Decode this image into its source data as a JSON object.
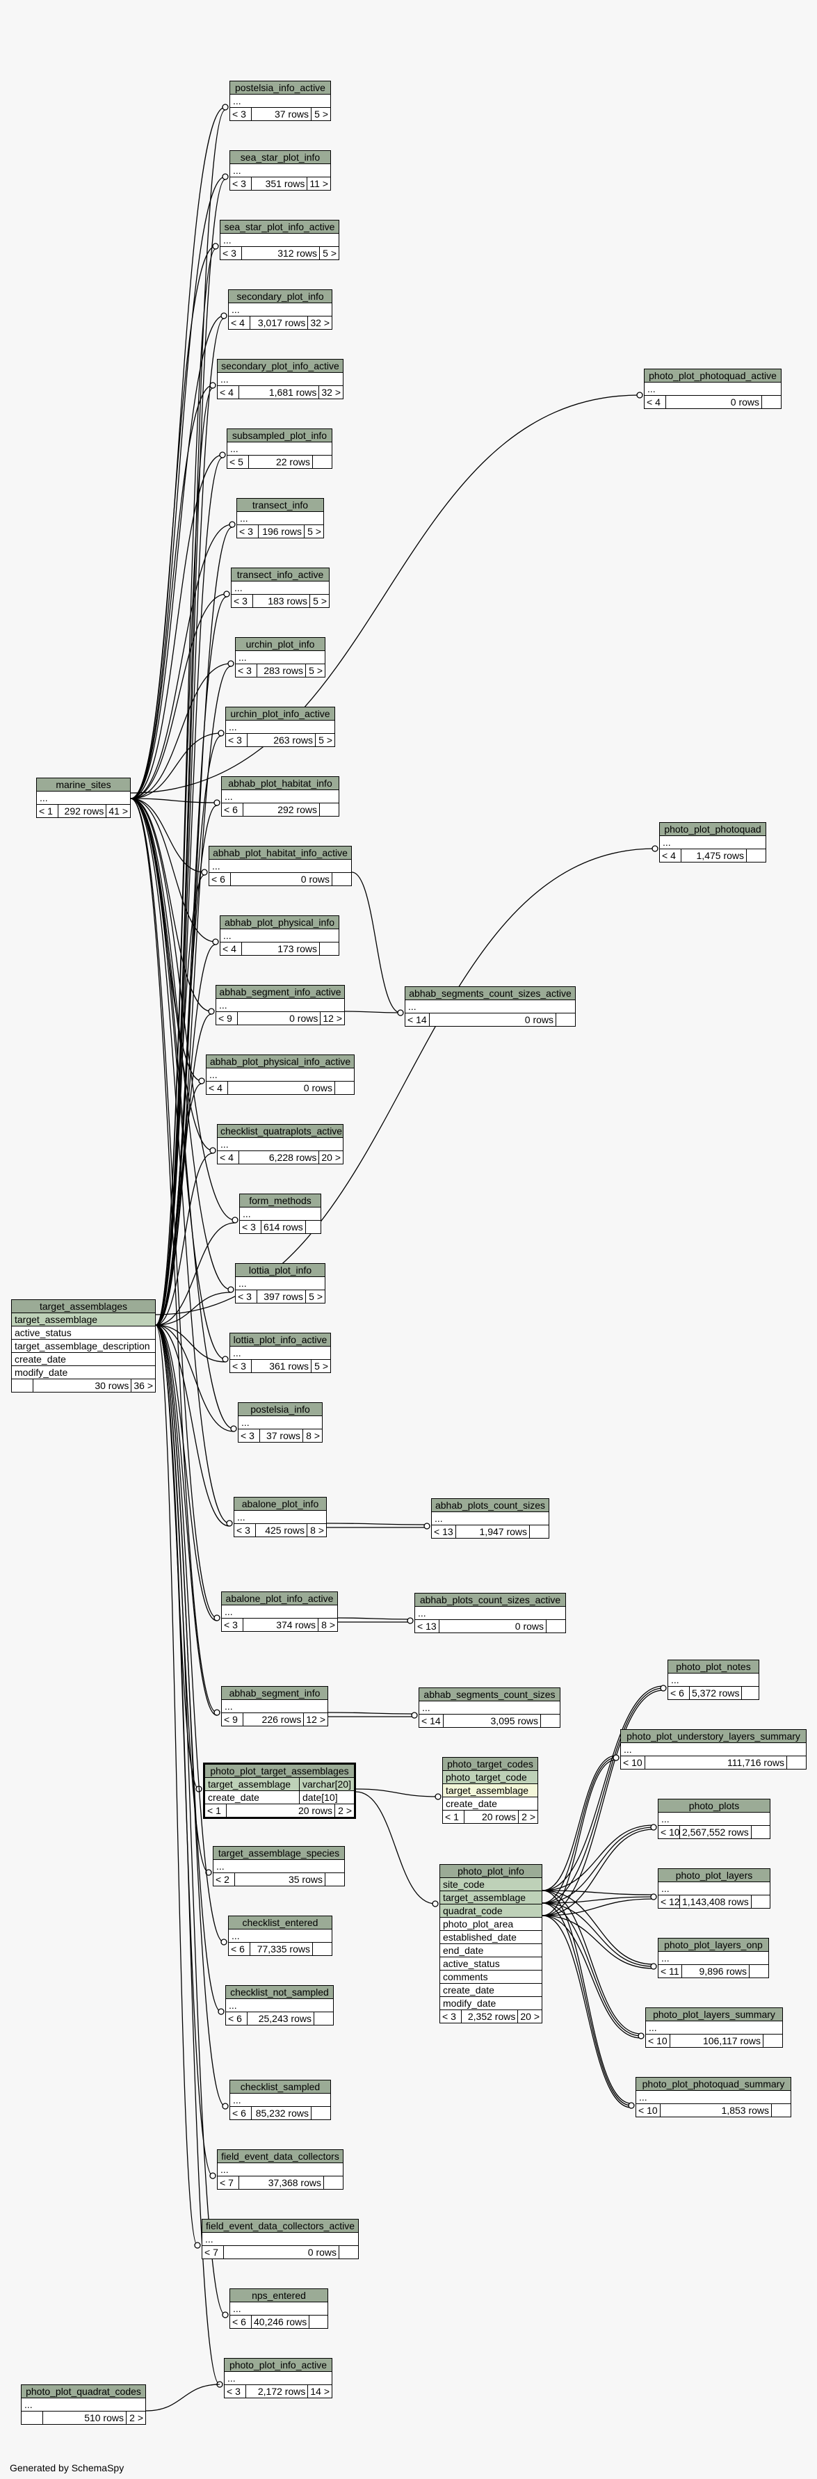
{
  "generator": "Generated by SchemaSpy",
  "ellipsis": "...",
  "colors": {
    "header": "#9bab96",
    "key": "#bed1b8",
    "foreign": "#f4f7da",
    "line": "#000000"
  },
  "tables": {
    "postelsia_info_active": {
      "name": "postelsia_info_active",
      "prev": "< 3",
      "rows": "37 rows",
      "next": "5 >"
    },
    "sea_star_plot_info": {
      "name": "sea_star_plot_info",
      "prev": "< 3",
      "rows": "351 rows",
      "next": "11 >"
    },
    "sea_star_plot_info_active": {
      "name": "sea_star_plot_info_active",
      "prev": "< 3",
      "rows": "312 rows",
      "next": "5 >"
    },
    "secondary_plot_info": {
      "name": "secondary_plot_info",
      "prev": "< 4",
      "rows": "3,017 rows",
      "next": "32 >"
    },
    "secondary_plot_info_active": {
      "name": "secondary_plot_info_active",
      "prev": "< 4",
      "rows": "1,681 rows",
      "next": "32 >"
    },
    "subsampled_plot_info": {
      "name": "subsampled_plot_info",
      "prev": "< 5",
      "rows": "22 rows",
      "next": ""
    },
    "transect_info": {
      "name": "transect_info",
      "prev": "< 3",
      "rows": "196 rows",
      "next": "5 >"
    },
    "transect_info_active": {
      "name": "transect_info_active",
      "prev": "< 3",
      "rows": "183 rows",
      "next": "5 >"
    },
    "urchin_plot_info": {
      "name": "urchin_plot_info",
      "prev": "< 3",
      "rows": "283 rows",
      "next": "5 >"
    },
    "urchin_plot_info_active": {
      "name": "urchin_plot_info_active",
      "prev": "< 3",
      "rows": "263 rows",
      "next": "5 >"
    },
    "abhab_plot_habitat_info": {
      "name": "abhab_plot_habitat_info",
      "prev": "< 6",
      "rows": "292 rows",
      "next": ""
    },
    "abhab_plot_habitat_info_active": {
      "name": "abhab_plot_habitat_info_active",
      "prev": "< 6",
      "rows": "0 rows",
      "next": ""
    },
    "abhab_plot_physical_info": {
      "name": "abhab_plot_physical_info",
      "prev": "< 4",
      "rows": "173 rows",
      "next": ""
    },
    "abhab_segment_info_active": {
      "name": "abhab_segment_info_active",
      "prev": "< 9",
      "rows": "0 rows",
      "next": "12 >"
    },
    "abhab_plot_physical_info_active": {
      "name": "abhab_plot_physical_info_active",
      "prev": "< 4",
      "rows": "0 rows",
      "next": ""
    },
    "checklist_quatraplots_active": {
      "name": "checklist_quatraplots_active",
      "prev": "< 4",
      "rows": "6,228 rows",
      "next": "20 >"
    },
    "form_methods": {
      "name": "form_methods",
      "prev": "< 3",
      "rows": "614 rows",
      "next": ""
    },
    "lottia_plot_info": {
      "name": "lottia_plot_info",
      "prev": "< 3",
      "rows": "397 rows",
      "next": "5 >"
    },
    "lottia_plot_info_active": {
      "name": "lottia_plot_info_active",
      "prev": "< 3",
      "rows": "361 rows",
      "next": "5 >"
    },
    "postelsia_info": {
      "name": "postelsia_info",
      "prev": "< 3",
      "rows": "37 rows",
      "next": "8 >"
    },
    "abalone_plot_info": {
      "name": "abalone_plot_info",
      "prev": "< 3",
      "rows": "425 rows",
      "next": "8 >"
    },
    "abalone_plot_info_active": {
      "name": "abalone_plot_info_active",
      "prev": "< 3",
      "rows": "374 rows",
      "next": "8 >"
    },
    "abhab_segment_info": {
      "name": "abhab_segment_info",
      "prev": "< 9",
      "rows": "226 rows",
      "next": "12 >"
    },
    "target_assemblage_species": {
      "name": "target_assemblage_species",
      "prev": "< 2",
      "rows": "35 rows",
      "next": ""
    },
    "checklist_entered": {
      "name": "checklist_entered",
      "prev": "< 6",
      "rows": "77,335 rows",
      "next": ""
    },
    "checklist_not_sampled": {
      "name": "checklist_not_sampled",
      "prev": "< 6",
      "rows": "25,243 rows",
      "next": ""
    },
    "checklist_sampled": {
      "name": "checklist_sampled",
      "prev": "< 6",
      "rows": "85,232 rows",
      "next": ""
    },
    "field_event_data_collectors": {
      "name": "field_event_data_collectors",
      "prev": "< 7",
      "rows": "37,368 rows",
      "next": ""
    },
    "field_event_data_collectors_active": {
      "name": "field_event_data_collectors_active",
      "prev": "< 7",
      "rows": "0 rows",
      "next": ""
    },
    "nps_entered": {
      "name": "nps_entered",
      "prev": "< 6",
      "rows": "40,246 rows",
      "next": ""
    },
    "photo_plot_info_active": {
      "name": "photo_plot_info_active",
      "prev": "< 3",
      "rows": "2,172 rows",
      "next": "14 >"
    },
    "marine_sites": {
      "name": "marine_sites",
      "prev": "< 1",
      "rows": "292 rows",
      "next": "41 >"
    },
    "target_assemblages": {
      "name": "target_assemblages",
      "prev": "",
      "rows": "30 rows",
      "next": "36 >",
      "columns": [
        "target_assemblage",
        "active_status",
        "target_assemblage_description",
        "create_date",
        "modify_date"
      ]
    },
    "photo_plot_quadrat_codes": {
      "name": "photo_plot_quadrat_codes",
      "prev": "",
      "rows": "510 rows",
      "next": "2 >"
    },
    "photo_plot_target_assemblages": {
      "name": "photo_plot_target_assemblages",
      "prev": "< 1",
      "rows": "20 rows",
      "next": "2 >",
      "columns": [
        {
          "name": "target_assemblage",
          "type": "varchar[20]"
        },
        {
          "name": "create_date",
          "type": "date[10]"
        }
      ]
    },
    "abhab_segments_count_sizes_active": {
      "name": "abhab_segments_count_sizes_active",
      "prev": "< 14",
      "rows": "0 rows",
      "next": ""
    },
    "abhab_plots_count_sizes": {
      "name": "abhab_plots_count_sizes",
      "prev": "< 13",
      "rows": "1,947 rows",
      "next": ""
    },
    "abhab_plots_count_sizes_active": {
      "name": "abhab_plots_count_sizes_active",
      "prev": "< 13",
      "rows": "0 rows",
      "next": ""
    },
    "abhab_segments_count_sizes": {
      "name": "abhab_segments_count_sizes",
      "prev": "< 14",
      "rows": "3,095 rows",
      "next": ""
    },
    "photo_target_codes": {
      "name": "photo_target_codes",
      "prev": "< 1",
      "rows": "20 rows",
      "next": "2 >",
      "columns": [
        "photo_target_code",
        "target_assemblage",
        "create_date"
      ]
    },
    "photo_plot_info": {
      "name": "photo_plot_info",
      "prev": "< 3",
      "rows": "2,352 rows",
      "next": "20 >",
      "columns": [
        "site_code",
        "target_assemblage",
        "quadrat_code",
        "photo_plot_area",
        "established_date",
        "end_date",
        "active_status",
        "comments",
        "create_date",
        "modify_date"
      ]
    },
    "photo_plot_photoquad_active": {
      "name": "photo_plot_photoquad_active",
      "prev": "< 4",
      "rows": "0 rows",
      "next": ""
    },
    "photo_plot_photoquad": {
      "name": "photo_plot_photoquad",
      "prev": "< 4",
      "rows": "1,475 rows",
      "next": ""
    },
    "photo_plot_notes": {
      "name": "photo_plot_notes",
      "prev": "< 6",
      "rows": "5,372 rows",
      "next": ""
    },
    "photo_plot_understory_layers_summary": {
      "name": "photo_plot_understory_layers_summary",
      "prev": "< 10",
      "rows": "111,716 rows",
      "next": ""
    },
    "photo_plots": {
      "name": "photo_plots",
      "prev": "< 10",
      "rows": "2,567,552 rows",
      "next": ""
    },
    "photo_plot_layers": {
      "name": "photo_plot_layers",
      "prev": "< 12",
      "rows": "1,143,408 rows",
      "next": ""
    },
    "photo_plot_layers_onp": {
      "name": "photo_plot_layers_onp",
      "prev": "< 11",
      "rows": "9,896 rows",
      "next": ""
    },
    "photo_plot_layers_summary": {
      "name": "photo_plot_layers_summary",
      "prev": "< 10",
      "rows": "106,117 rows",
      "next": ""
    },
    "photo_plot_photoquad_summary": {
      "name": "photo_plot_photoquad_summary",
      "prev": "< 10",
      "rows": "1,853 rows",
      "next": ""
    }
  }
}
